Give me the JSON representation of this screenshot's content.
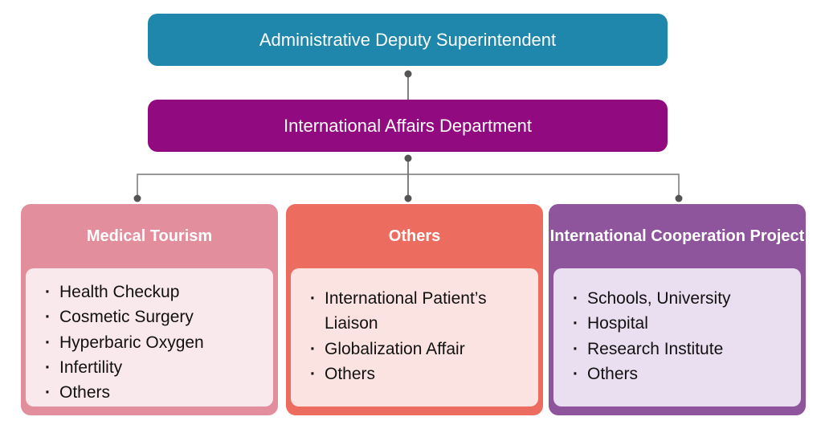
{
  "top": {
    "label": "Administrative Deputy Superintendent",
    "color": "#1e87ab"
  },
  "department": {
    "label": "International Affairs Department",
    "color": "#920a7f"
  },
  "cards": [
    {
      "title": "Medical Tourism",
      "color": "#e38e9d",
      "items": [
        "Health Checkup",
        "Cosmetic Surgery",
        "Hyperbaric Oxygen",
        "Infertility",
        "Others"
      ]
    },
    {
      "title": "Others",
      "color": "#ec6d60",
      "items": [
        "International Patient’s Liaison",
        "Globalization Affair",
        "Others"
      ]
    },
    {
      "title": "International Cooperation Project",
      "color": "#8f559c",
      "items": [
        "Schools, University",
        "Hospital",
        "Research Institute",
        "Others"
      ]
    }
  ]
}
